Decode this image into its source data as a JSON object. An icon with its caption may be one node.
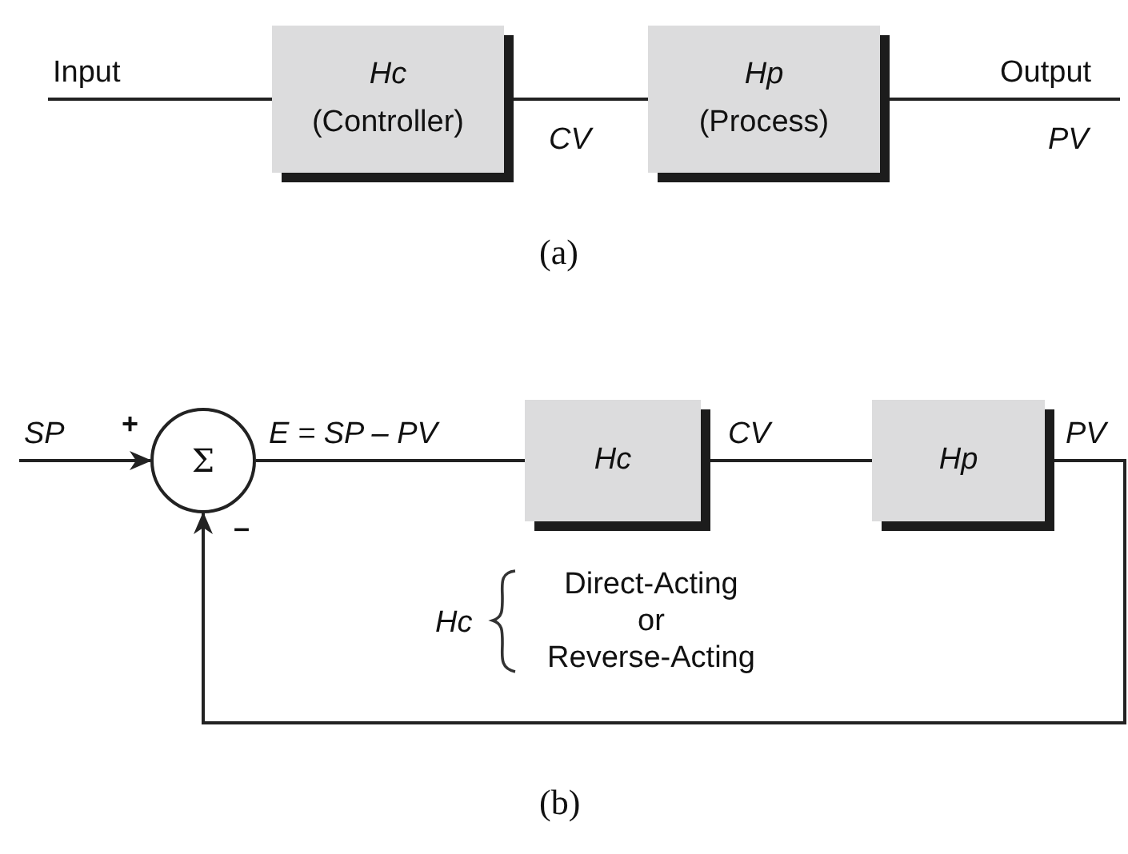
{
  "diagram": {
    "nodes": [
      {
        "text": [
          "Hc",
          "(Controller)"
        ]
      },
      {
        "text": [
          "Hp",
          "(Process)"
        ]
      },
      {
        "text": [
          "Σ"
        ]
      },
      {
        "text": [
          "Hc"
        ]
      },
      {
        "text": [
          "Hp"
        ]
      }
    ],
    "edges": [
      {
        "from": null,
        "to": 0,
        "arrow": "none",
        "label": "Input"
      },
      {
        "from": 0,
        "to": 1,
        "arrow": "none",
        "label": "CV"
      },
      {
        "from": 1,
        "to": null,
        "arrow": "none",
        "label": "Output"
      },
      {
        "from": null,
        "to": 2,
        "arrow": "to",
        "label": "SP"
      },
      {
        "from": 2,
        "to": 3,
        "arrow": "none",
        "label": "E = SP – PV"
      },
      {
        "from": 3,
        "to": 4,
        "arrow": "none",
        "label": "CV"
      },
      {
        "from": 4,
        "to": 2,
        "arrow": "to",
        "label": "PV"
      }
    ],
    "labels": [
      "PV",
      "(a)",
      "+",
      "–",
      "Hc",
      "Direct-Acting",
      "or",
      "Reverse-Acting",
      "(b)"
    ]
  }
}
